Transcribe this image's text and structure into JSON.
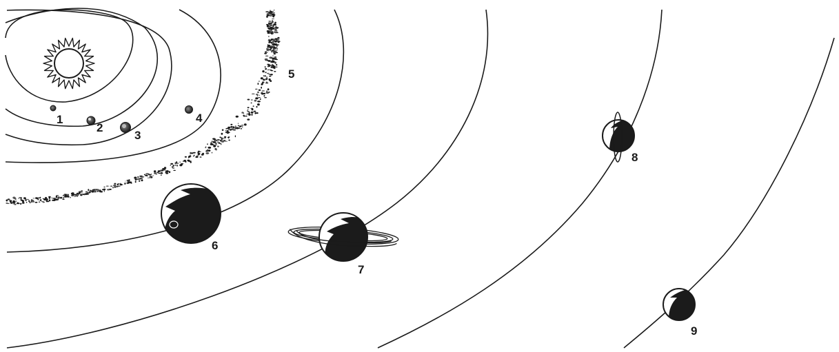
{
  "bodies": [
    {
      "id": "sun"
    },
    {
      "id": "planet-1",
      "label": "1"
    },
    {
      "id": "planet-2",
      "label": "2"
    },
    {
      "id": "planet-3",
      "label": "3"
    },
    {
      "id": "planet-4",
      "label": "4"
    },
    {
      "id": "asteroid-belt",
      "label": "5"
    },
    {
      "id": "planet-6",
      "label": "6"
    },
    {
      "id": "planet-7",
      "label": "7"
    },
    {
      "id": "planet-8",
      "label": "8"
    },
    {
      "id": "planet-9",
      "label": "9"
    }
  ]
}
